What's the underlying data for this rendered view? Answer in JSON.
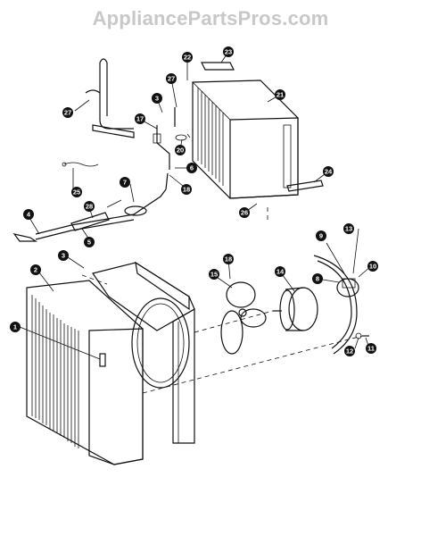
{
  "watermark": "AppliancePartsPros.com",
  "colors": {
    "ink": "#111111",
    "callout_fill": "#111111",
    "callout_text": "#ffffff",
    "watermark": "#c8c8c8"
  },
  "callouts": [
    {
      "id": "c1",
      "label": "1"
    },
    {
      "id": "c2",
      "label": "2"
    },
    {
      "id": "c3a",
      "label": "3"
    },
    {
      "id": "c3b",
      "label": "3"
    },
    {
      "id": "c4",
      "label": "4"
    },
    {
      "id": "c5",
      "label": "5"
    },
    {
      "id": "c6",
      "label": "6"
    },
    {
      "id": "c7",
      "label": "7"
    },
    {
      "id": "c8",
      "label": "8"
    },
    {
      "id": "c9",
      "label": "9"
    },
    {
      "id": "c10",
      "label": "10"
    },
    {
      "id": "c11",
      "label": "11"
    },
    {
      "id": "c12",
      "label": "12"
    },
    {
      "id": "c13",
      "label": "13"
    },
    {
      "id": "c14",
      "label": "14"
    },
    {
      "id": "c15",
      "label": "15"
    },
    {
      "id": "c17",
      "label": "17"
    },
    {
      "id": "c18a",
      "label": "18"
    },
    {
      "id": "c18b",
      "label": "18"
    },
    {
      "id": "c20",
      "label": "20"
    },
    {
      "id": "c21",
      "label": "21"
    },
    {
      "id": "c22",
      "label": "22"
    },
    {
      "id": "c23",
      "label": "23"
    },
    {
      "id": "c24",
      "label": "24"
    },
    {
      "id": "c25",
      "label": "25"
    },
    {
      "id": "c26",
      "label": "26"
    },
    {
      "id": "c27a",
      "label": "27"
    },
    {
      "id": "c27b",
      "label": "27"
    },
    {
      "id": "c28",
      "label": "28"
    }
  ]
}
